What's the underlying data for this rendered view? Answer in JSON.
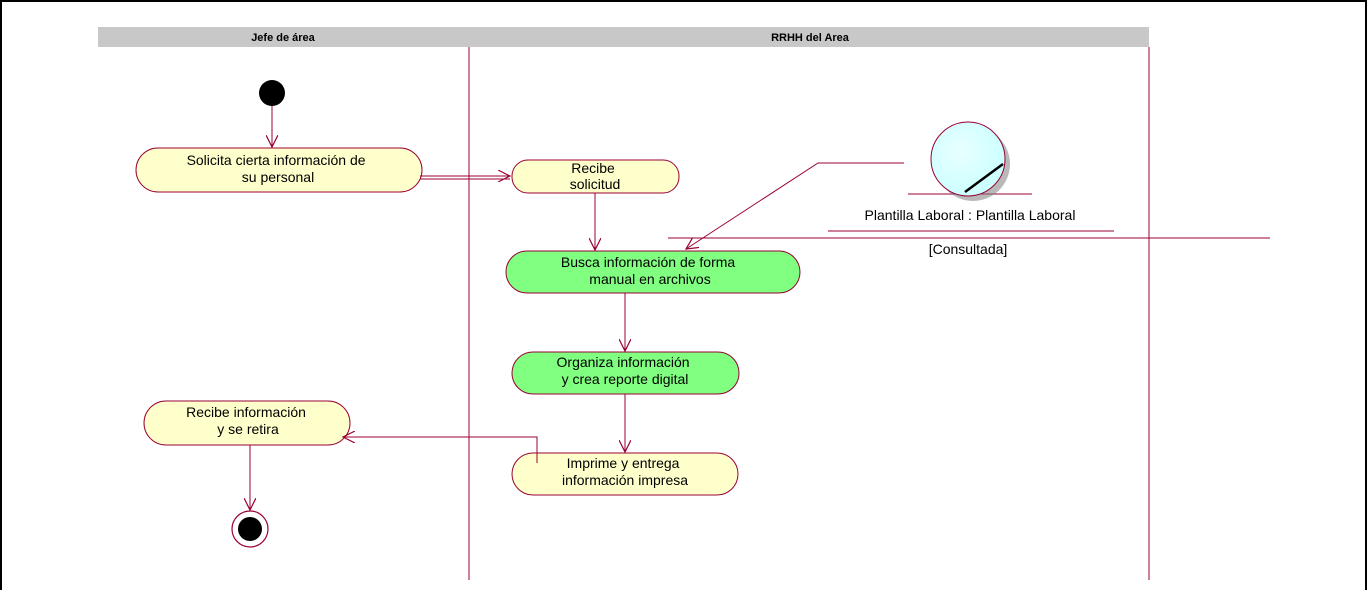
{
  "lanes": [
    {
      "id": "jefe",
      "title": "Jefe de área"
    },
    {
      "id": "rrhh",
      "title": "RRHH del Area"
    }
  ],
  "nodes": {
    "solicita": {
      "lines": [
        "Solicita cierta información de",
        "su personal"
      ],
      "fill": "yellow"
    },
    "recibe_solicitud": {
      "lines": [
        "Recibe",
        "solicitud"
      ],
      "fill": "yellow"
    },
    "busca": {
      "lines": [
        "Busca información de forma",
        "manual en archivos"
      ],
      "fill": "green"
    },
    "organiza": {
      "lines": [
        "Organiza información",
        "y crea reporte digital"
      ],
      "fill": "green"
    },
    "imprime": {
      "lines": [
        "Imprime y entrega",
        "información impresa"
      ],
      "fill": "yellow"
    },
    "recibe_info": {
      "lines": [
        "Recibe información",
        "y se retira"
      ],
      "fill": "yellow"
    }
  },
  "object": {
    "name": "Plantilla Laboral : Plantilla Laboral",
    "state": "[Consultada]"
  },
  "colors": {
    "yellow": "#ffffcc",
    "green": "#80ff80",
    "stroke": "#990033",
    "lane_header": "#c8c8c8",
    "entity": "#ccffff"
  }
}
